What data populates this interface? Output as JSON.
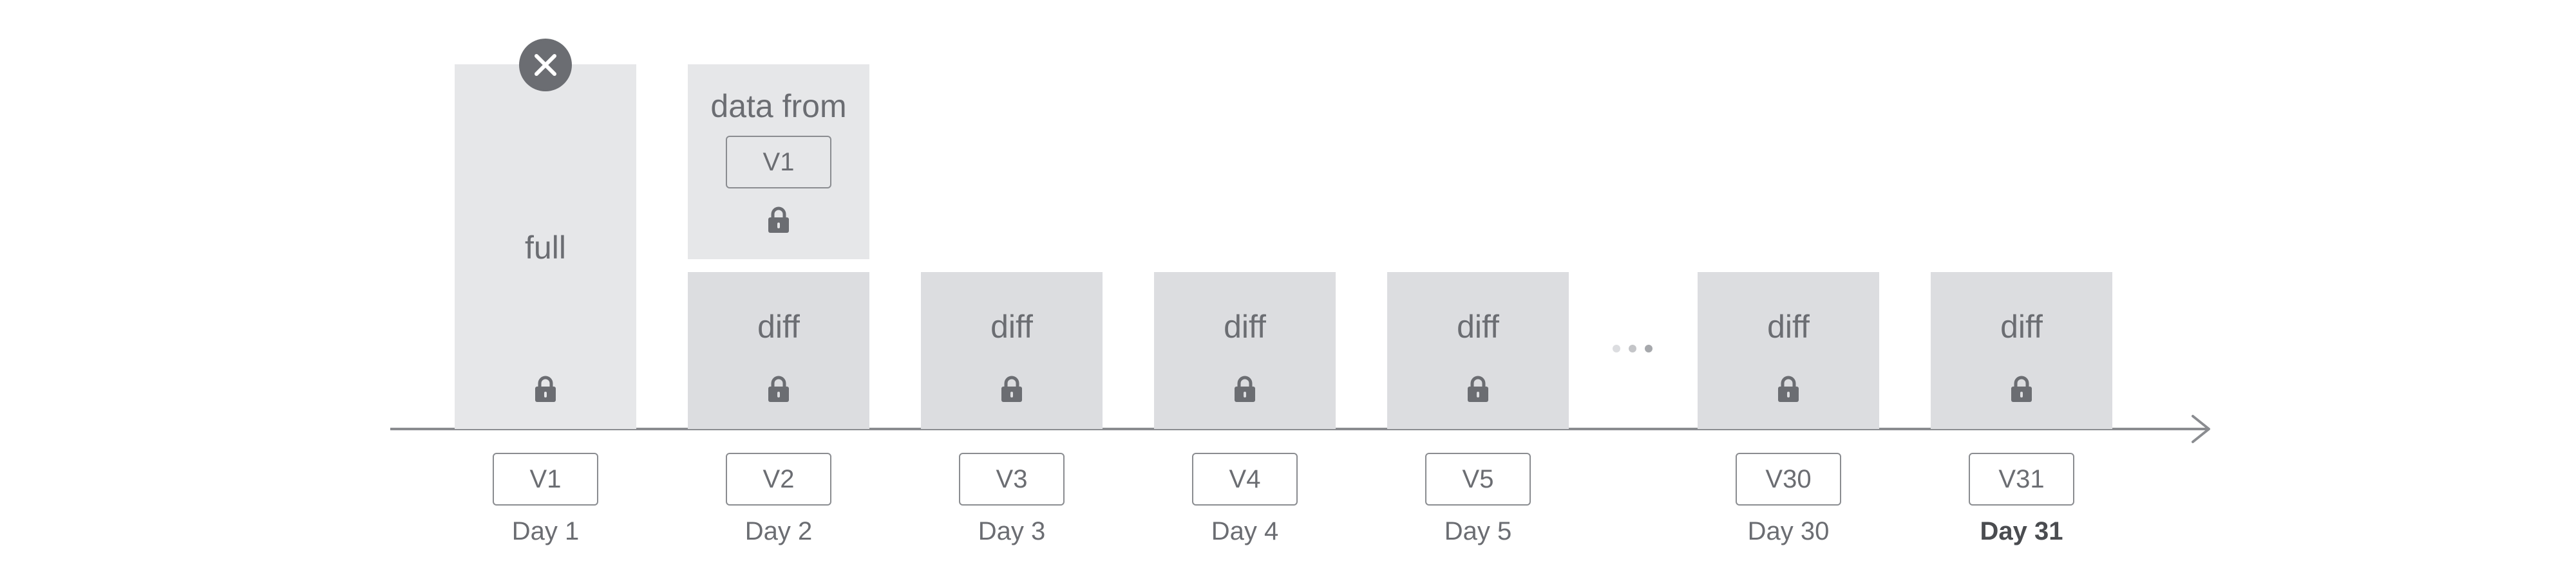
{
  "full_block": {
    "label": "full"
  },
  "ref_block": {
    "title": "data from",
    "ref_version": "V1"
  },
  "diff_label": "diff",
  "versions": [
    {
      "version": "V1",
      "day": "Day 1"
    },
    {
      "version": "V2",
      "day": "Day 2"
    },
    {
      "version": "V3",
      "day": "Day 3"
    },
    {
      "version": "V4",
      "day": "Day 4"
    },
    {
      "version": "V5",
      "day": "Day 5"
    },
    {
      "version": "V30",
      "day": "Day 30"
    },
    {
      "version": "V31",
      "day": "Day 31"
    }
  ],
  "colors": {
    "full_block": "#e6e7e9",
    "diff_block": "#dcdde0",
    "close_badge": "#6b6d72",
    "lock": "#6b6d72",
    "axis": "#8a8c90"
  },
  "icons": {
    "delete": "close-icon",
    "locked": "lock-icon",
    "gap": "ellipsis-icon"
  }
}
